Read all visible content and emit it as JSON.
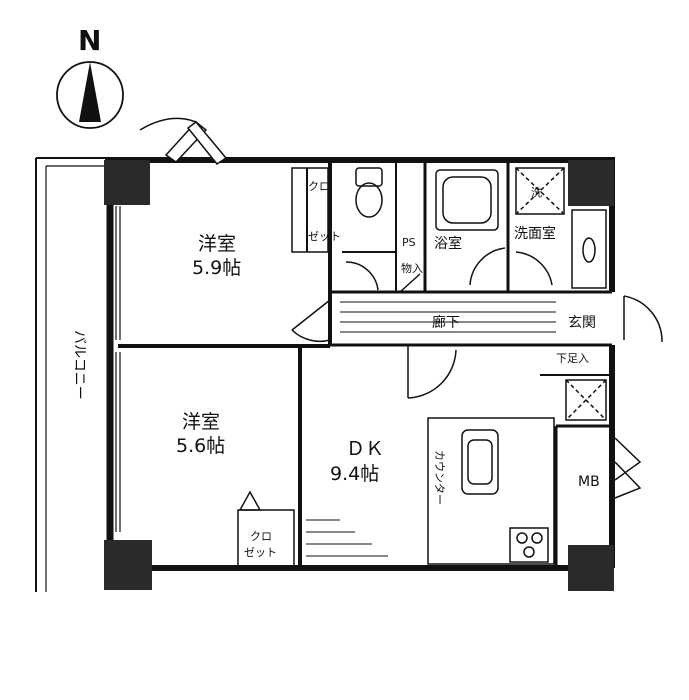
{
  "compass": {
    "label": "N"
  },
  "rooms": {
    "bedroom1": {
      "name": "洋室",
      "size": "5.9帖"
    },
    "bedroom2": {
      "name": "洋室",
      "size": "5.6帖"
    },
    "dk": {
      "name": "ＤＫ",
      "size": "9.4帖"
    }
  },
  "labels": {
    "closet1": [
      "クロ",
      "ゼット"
    ],
    "closet2": [
      "クロ",
      "ゼット"
    ],
    "ps": "PS",
    "storage": "物入",
    "bath": "浴室",
    "washroom": "洗面室",
    "corridor": "廊下",
    "entrance": "玄関",
    "shoebox": "下足入",
    "balcony": "バルコニー",
    "counter": "カウンター",
    "mb": "MB",
    "washer": "洗"
  },
  "colors": {
    "line": "#111111",
    "pillar": "#2a2a2a",
    "paper": "#ffffff"
  }
}
